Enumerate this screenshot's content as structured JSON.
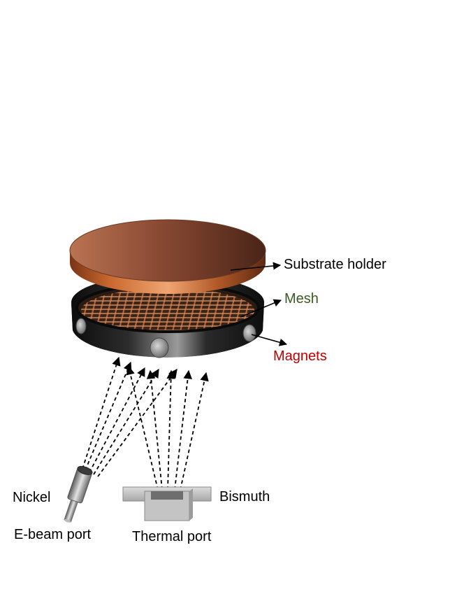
{
  "labels": {
    "substrate_holder": "Substrate holder",
    "mesh": "Mesh",
    "magnets": "Magnets",
    "nickel": "Nickel",
    "bismuth": "Bismuth",
    "ebeam_port": "E-beam port",
    "thermal_port": "Thermal port"
  },
  "colors": {
    "mesh_label": "#3a5a1e",
    "magnets_label": "#c00000",
    "copper": "#b2633a",
    "ring": "#1a1a1a",
    "arrows": "#000000"
  }
}
